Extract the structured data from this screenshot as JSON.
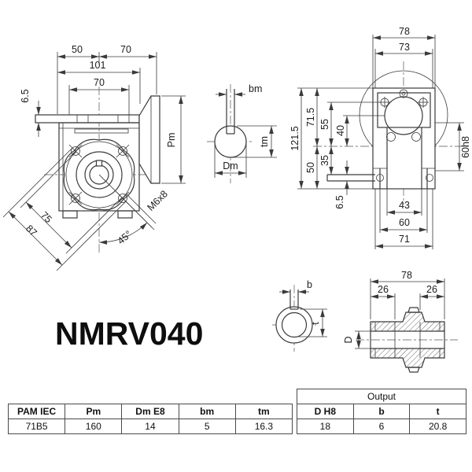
{
  "title": "NMRV040",
  "colors": {
    "line": "#3a3a3a",
    "background": "#ffffff",
    "text": "#1c1c1c"
  },
  "labels": {
    "fv_50": "50",
    "fv_70_top": "70",
    "fv_101": "101",
    "fv_70": "70",
    "fv_6_5": "6.5",
    "fv_pm": "Pm",
    "fv_75": "75",
    "fv_87": "87",
    "fv_45": "45°",
    "fv_m6x8": "M6x8",
    "dm_bm": "bm",
    "dm_tm": "tm",
    "dm_dm": "Dm",
    "sv_78": "78",
    "sv_73": "73",
    "sv_121_5": "121.5",
    "sv_71_5": "71.5",
    "sv_55": "55",
    "sv_40": "40",
    "sv_50": "50",
    "sv_35": "35",
    "sv_6_5": "6.5",
    "sv_60h8": "60h8",
    "sv_43": "43",
    "sv_60": "60",
    "sv_71": "71",
    "os_b": "b",
    "os_t": "t",
    "os_d": "D",
    "os_78": "78",
    "os_26_left": "26",
    "os_26_right": "26"
  },
  "tables": {
    "main": {
      "headers": [
        "PAM IEC",
        "Pm",
        "Dm E8",
        "bm",
        "tm"
      ],
      "row": [
        "71B5",
        "160",
        "14",
        "5",
        "16.3"
      ]
    },
    "output": {
      "title": "Output",
      "headers": [
        "D H8",
        "b",
        "t"
      ],
      "row": [
        "18",
        "6",
        "20.8"
      ]
    }
  }
}
